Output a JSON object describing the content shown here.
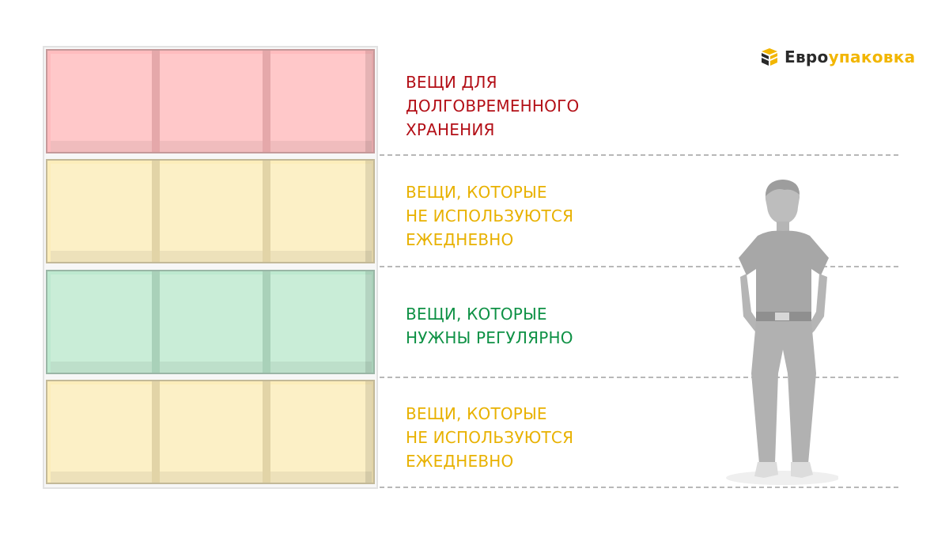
{
  "logo": {
    "text_a": "Евро",
    "text_b": "упаковка",
    "icon": "box-stack-icon",
    "color_dark": "#2a2a2a",
    "color_accent": "#f2b600"
  },
  "zones": [
    {
      "id": "long-term",
      "lines": [
        "ВЕЩИ ДЛЯ",
        "ДОЛГОВРЕМЕННОГО",
        "ХРАНЕНИЯ"
      ],
      "text_color": "#b30f17",
      "fill": "#ffbcbe"
    },
    {
      "id": "not-daily-upper",
      "lines": [
        "ВЕЩИ, КОТОРЫЕ",
        "НЕ ИСПОЛЬЗУЮТСЯ",
        "ЕЖЕДНЕВНО"
      ],
      "text_color": "#e8b100",
      "fill": "#fcedba"
    },
    {
      "id": "regular",
      "lines": [
        "ВЕЩИ, КОТОРЫЕ",
        "НУЖНЫ РЕГУЛЯРНО"
      ],
      "text_color": "#0e9145",
      "fill": "#bde9cf"
    },
    {
      "id": "not-daily-lower",
      "lines": [
        "ВЕЩИ, КОТОРЫЕ",
        "НЕ ИСПОЛЬЗУЮТСЯ",
        "ЕЖЕДНЕВНО"
      ],
      "text_color": "#e8b100",
      "fill": "#fcedba"
    }
  ],
  "person_icon": "standing-man-icon"
}
